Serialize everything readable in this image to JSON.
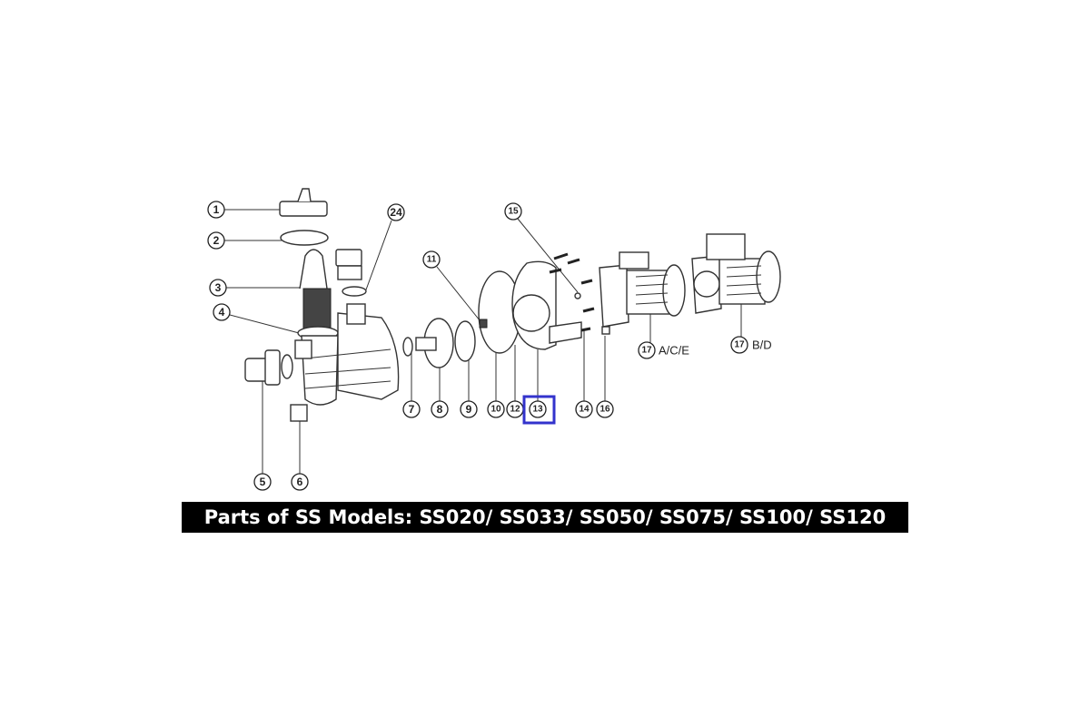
{
  "diagram": {
    "callouts": {
      "c1": "1",
      "c2": "2",
      "c3": "3",
      "c4": "4",
      "c5": "5",
      "c6": "6",
      "c7": "7",
      "c8": "8",
      "c9": "9",
      "c10": "10",
      "c11": "11",
      "c12": "12",
      "c13": "13",
      "c14": "14",
      "c15": "15",
      "c16": "16",
      "c17a": "17",
      "c17a_suffix": "A/C/E",
      "c17b": "17",
      "c17b_suffix": "B/D",
      "c24": "24"
    },
    "highlight_color": "#3333cc",
    "caption": "Parts of SS Models: SS020/ SS033/ SS050/ SS075/ SS100/ SS120"
  }
}
